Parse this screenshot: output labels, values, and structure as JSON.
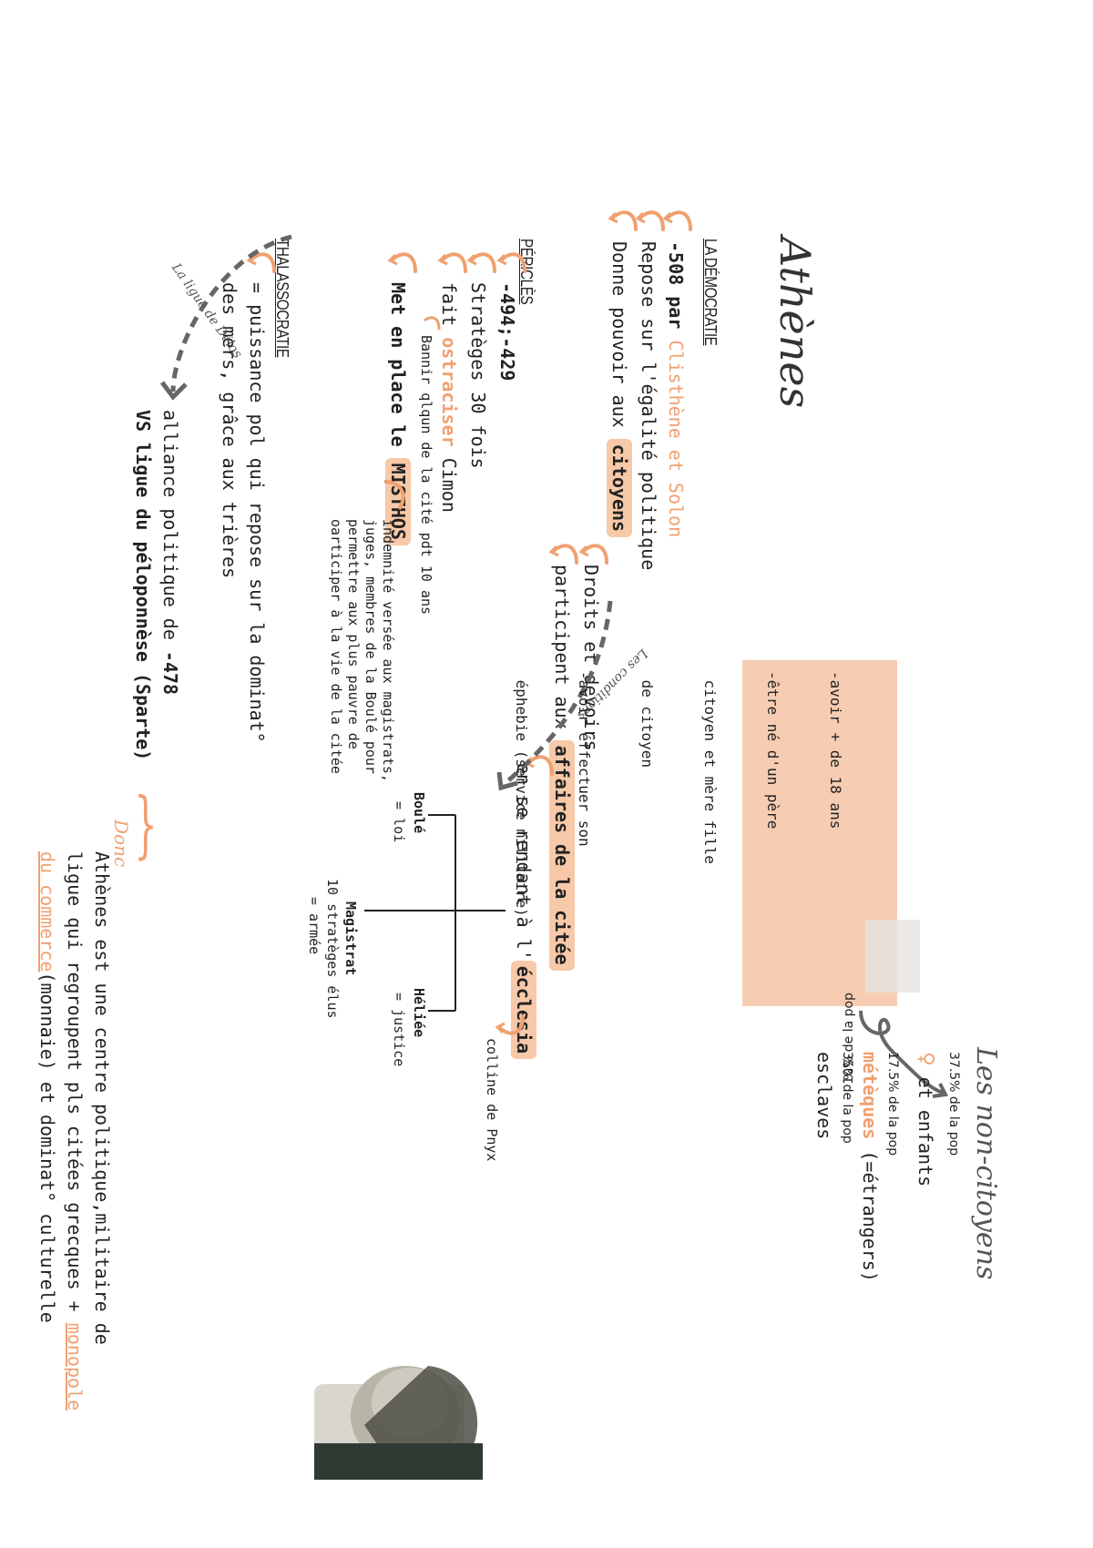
{
  "title": "Athènes",
  "democratie": {
    "heading": "LA DÉMOCRATIE",
    "line1_date": "-508 par",
    "line1_names": "Clisthène et Solon",
    "line2": "Repose sur l'égalité politique",
    "line3_pre": "Donne pouvoir aux",
    "line3_hl": "citoyens",
    "droits": "Droits et devoirs",
    "participent_pre": "participent aux",
    "participent_hl": "affaires de la citée",
    "rendant_pre": "en se rendant à l'",
    "rendant_hl": "écclesia",
    "colline": "colline de Pnyx",
    "conditions_label": "Les conditions",
    "conditions_box": [
      "-avoir + de 18 ans",
      "-être né d'un père",
      " citoyen et mère fille",
      " de citoyen",
      "-avoir éffectuer son",
      " éphebie (service militaire)"
    ],
    "pct_citoyens": "10% de la pop",
    "non_citoyens": {
      "title": "Les non-citoyens",
      "femmes_pct": "37.5% de la pop",
      "femmes_symbol": "♀",
      "femmes_label": "et enfants",
      "meteques_pct": "17.5% de la pop",
      "meteques_label": "métèques",
      "meteques_note": "(=étrangers)",
      "esclaves_pct": "35% de la pop",
      "esclaves_label": "esclaves"
    },
    "institutions": {
      "boule": "Boulé",
      "boule_role": "= loi",
      "heliee": "Héliée",
      "heliee_role": "= justice",
      "magistrat": "Magistrat",
      "magistrat_role1": "10 stratèges élus",
      "magistrat_role2": "= armée"
    }
  },
  "pericles": {
    "heading": "PÉRICLÈS",
    "dates": "-494;-429",
    "strateges": "Stratèges 30 fois",
    "ostracise_pre": "fait",
    "ostracise_word": "ostraciser",
    "ostracise_post": "Cimon",
    "bannir": "Bannir qlqun de la cité pdt 10 ans",
    "misthos_pre": "Met en place le",
    "misthos_hl": "MISTHOS",
    "misthos_def": [
      "indemnité versée aux magistrats,",
      "juges, membres de la Boulé pour",
      "permettre aux plus pauvre de",
      "oarticiper à la vie de la citée"
    ]
  },
  "thalassocratie": {
    "heading": "THALASSOCRATIE",
    "line1": "= puissance pol qui repose sur la dominat°",
    "line2": "des mers, grâce aux trières",
    "ligue_label": "La ligue de Délos",
    "alliance_pre": "alliance politique de",
    "alliance_date": "-478",
    "vs": "VS ligue du péloponnèse (Sparte)",
    "donc": "Donc",
    "conclusion1": "Athènes est une centre politique,militaire de",
    "conclusion2_pre": "ligue qui regroupent pls citées grecques +",
    "conclusion2_link": "monopole",
    "conclusion3_link": "du commerce",
    "conclusion3_post": "(monnaie) et dominat° culturelle"
  },
  "colors": {
    "accent": "#f0a070",
    "highlight": "#f7c9a8",
    "box": "#f6cdb3",
    "arrow": "#666666"
  }
}
